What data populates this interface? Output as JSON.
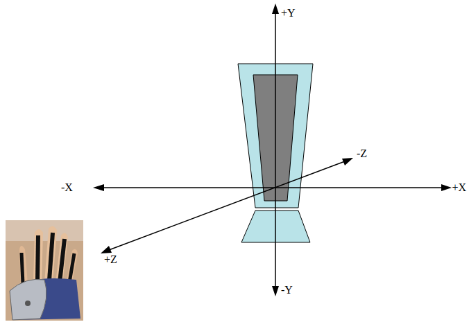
{
  "diagram": {
    "labels": [
      "+Y",
      "-X",
      "+X",
      "-Z",
      "+Z",
      "-Y"
    ]
  }
}
